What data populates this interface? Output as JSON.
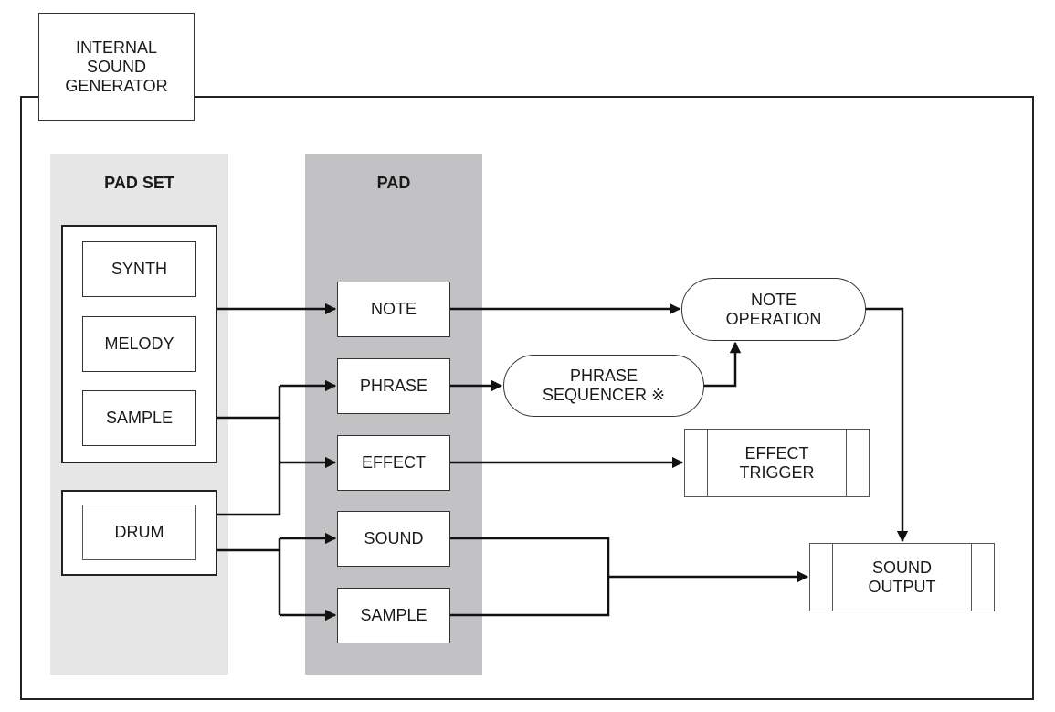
{
  "title": "INTERNAL\nSOUND\nGENERATOR",
  "pad_set": {
    "heading": "PAD SET",
    "group_1": [
      "SYNTH",
      "MELODY",
      "SAMPLE"
    ],
    "group_2": [
      "DRUM"
    ]
  },
  "pad": {
    "heading": "PAD",
    "items": [
      "NOTE",
      "PHRASE",
      "EFFECT",
      "SOUND",
      "SAMPLE"
    ]
  },
  "phrase_sequencer": "PHRASE\nSEQUENCER ※",
  "note_operation": "NOTE\nOPERATION",
  "effect_trigger": "EFFECT\nTRIGGER",
  "sound_output": "SOUND\nOUTPUT"
}
